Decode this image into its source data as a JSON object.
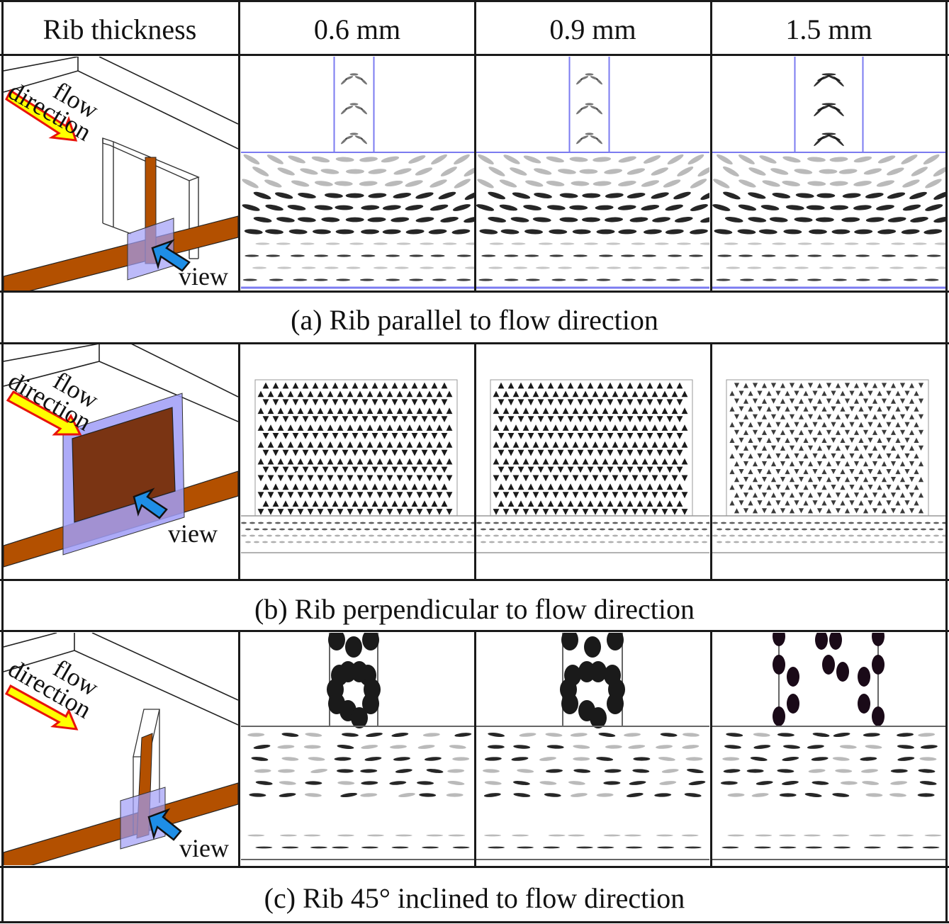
{
  "header": {
    "row_label": "Rib thickness",
    "columns": [
      "0.6 mm",
      "0.9 mm",
      "1.5 mm"
    ]
  },
  "schematic_labels": {
    "flow_line1": "flow",
    "flow_line2": "direction",
    "view": "view"
  },
  "rows": [
    {
      "id": "a",
      "caption": "(a) Rib parallel to flow direction",
      "orientation": "parallel"
    },
    {
      "id": "b",
      "caption": "(b) Rib perpendicular to flow direction",
      "orientation": "perpendicular"
    },
    {
      "id": "c",
      "caption": "(c) Rib 45° inclined to flow direction",
      "orientation": "inclined-45"
    }
  ],
  "colors": {
    "rib": "#b35000",
    "rib_dark": "#7a3413",
    "view_plane": "#9f9cf7",
    "flow_arrow_fill": "#ffff00",
    "flow_arrow_outline": "#e8140c",
    "view_arrow": "#1e8ee6",
    "boundary_blue": "#7b7bf0",
    "boundary_gray": "#666666",
    "fiber": "#1a1a1a"
  }
}
